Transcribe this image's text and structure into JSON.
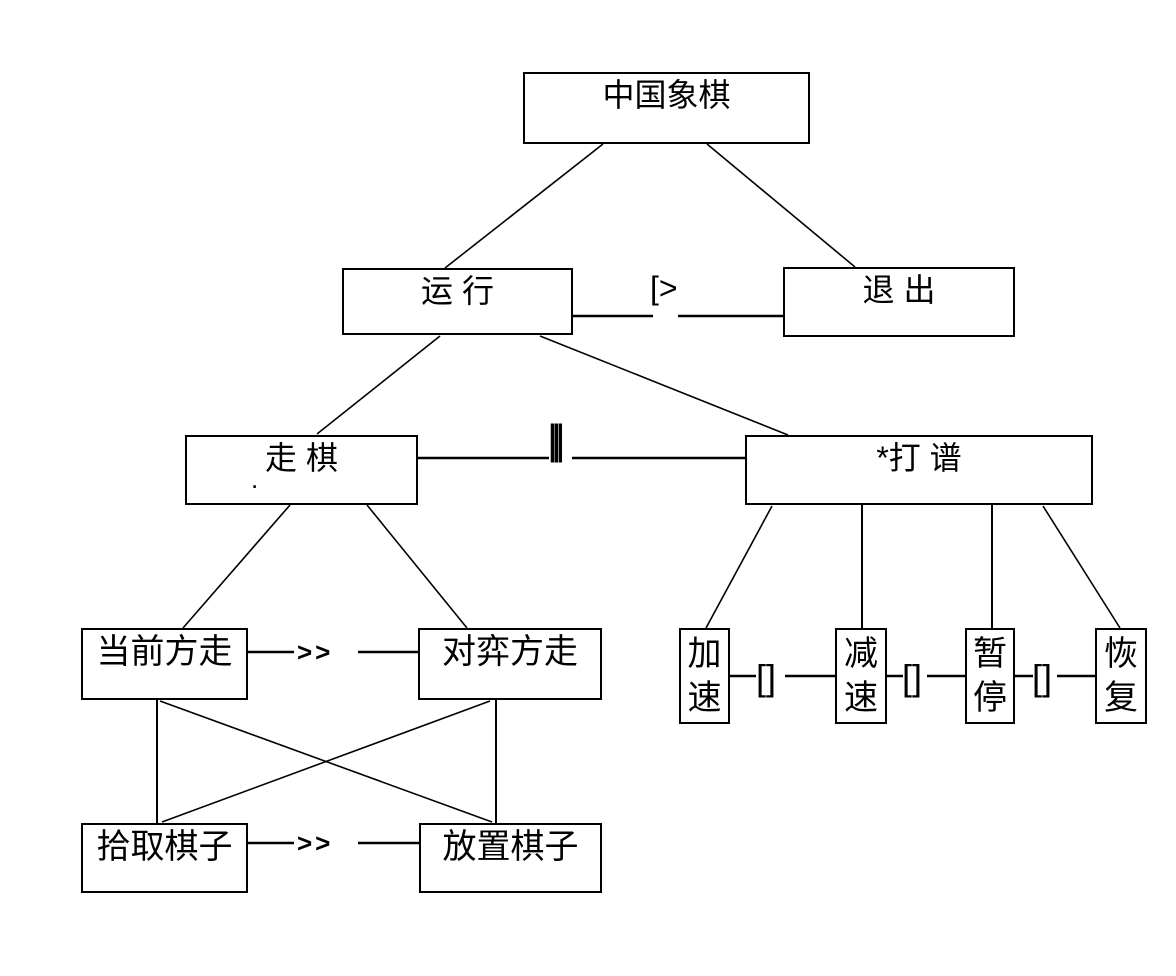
{
  "diagram": {
    "nodes": {
      "root": "中国象棋",
      "run": "运 行",
      "exit": "退 出",
      "move_chess": "走 棋",
      "play_manual": "*打 谱",
      "current_side_move": "当前方走",
      "opponent_side_move": "对弈方走",
      "pick_up_piece": "拾取棋子",
      "place_piece": "放置棋子",
      "speed_up": "加速",
      "slow_down": "减速",
      "pause": "暂停",
      "resume": "恢复"
    },
    "connector_labels": {
      "run_exit": "[>",
      "move_play_manual": "|||",
      "current_opponent": ">>",
      "pick_place": ">>",
      "brackets": [
        "[]",
        "[]",
        "[]"
      ]
    },
    "stray_mark": ".",
    "colors": {
      "line": "#000000",
      "background": "#ffffff"
    }
  }
}
